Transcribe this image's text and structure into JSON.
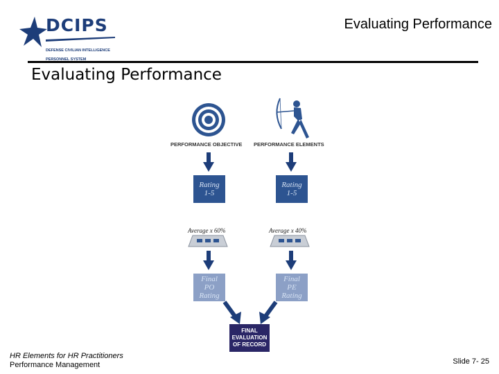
{
  "logo": {
    "name": "DCIPS",
    "tagline_lines": [
      "DEFENSE CIVILIAN INTELLIGENCE",
      "PERSONNEL SYSTEM"
    ]
  },
  "header": {
    "title": "Evaluating Performance"
  },
  "slide": {
    "title": "Evaluating Performance"
  },
  "diagram": {
    "left": {
      "label": "PERFORMANCE OBJECTIVE",
      "rating_lines": [
        "Rating",
        "1-5"
      ],
      "average": "Average x 60%",
      "final_lines": [
        "Final",
        "PO",
        "Rating"
      ]
    },
    "right": {
      "label": "PERFORMANCE ELEMENTS",
      "rating_lines": [
        "Rating",
        "1-5"
      ],
      "average": "Average x 40%",
      "final_lines": [
        "Final",
        "PE",
        "Rating"
      ]
    },
    "result_lines": [
      "FINAL",
      "EVALUATION",
      "OF RECORD"
    ]
  },
  "footer": {
    "course_line": "HR Elements for HR Practitioners",
    "module_line": "Performance Management",
    "slide_number": "Slide 7- 25"
  },
  "colors": {
    "navy": "#1d3d79",
    "box": "#2d5491",
    "box_light": "#8ca0c6",
    "final": "#2a2666"
  }
}
